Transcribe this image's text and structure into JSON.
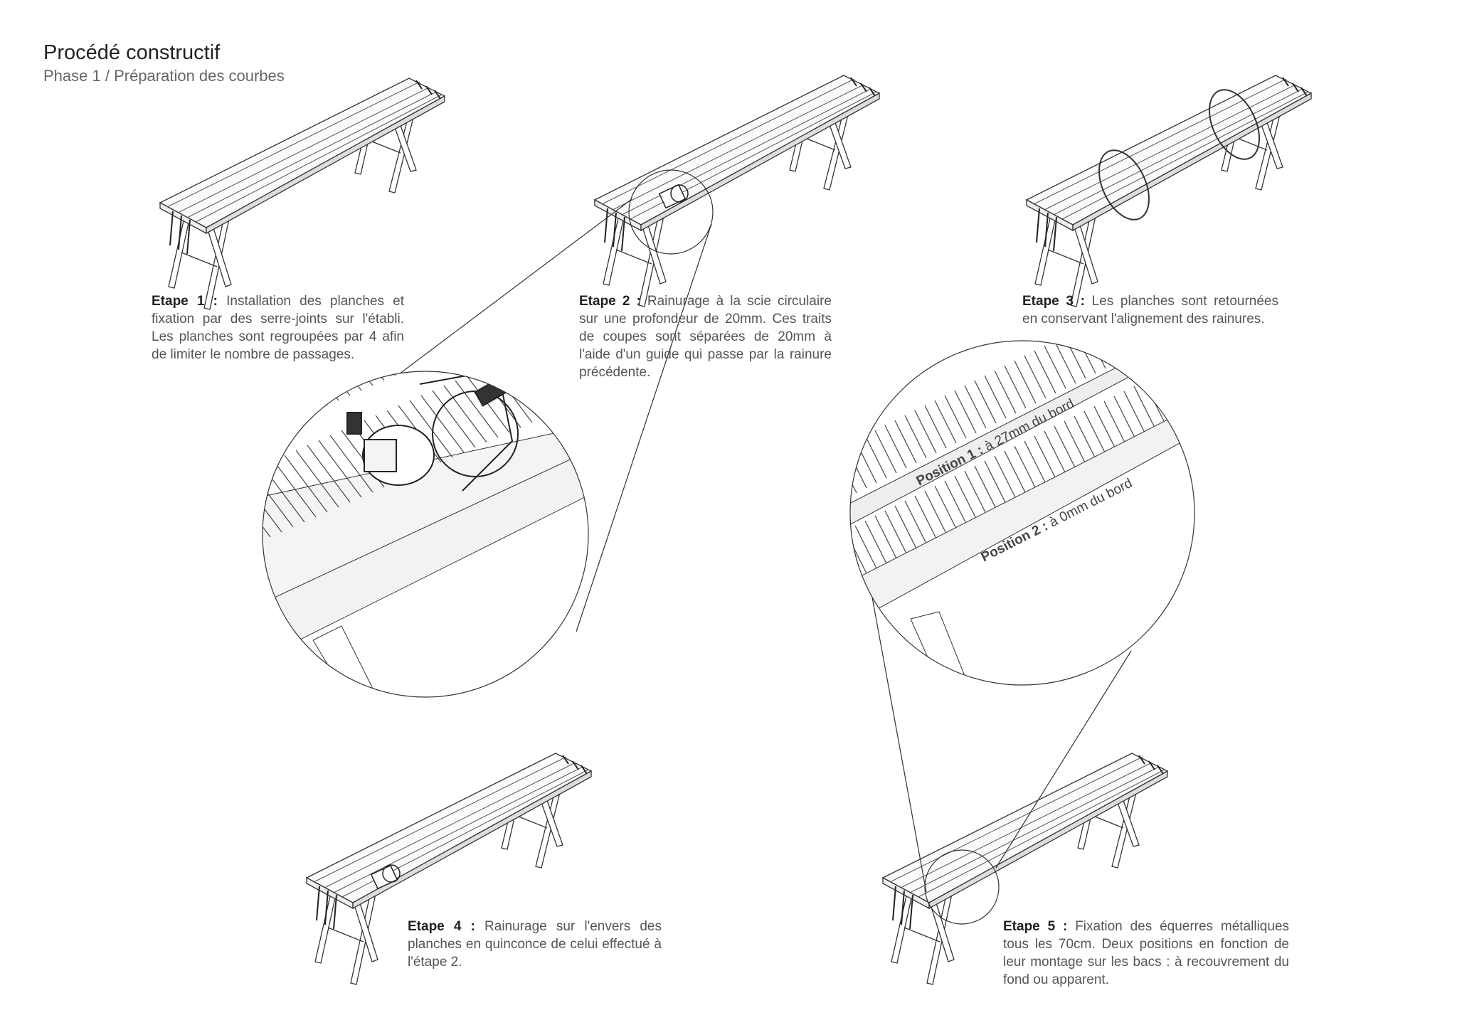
{
  "header": {
    "title": "Procédé constructif",
    "subtitle": "Phase 1 / Préparation des courbes"
  },
  "steps": [
    {
      "label": "Etape 1 :",
      "text": "Installation des planches et fixation par des serre-joints sur l'établi. Les planches sont regroupées par 4 afin de limiter le nombre de passages."
    },
    {
      "label": "Etape 2 :",
      "text": "Rainurage à la scie circulaire sur une profondeur de 20mm. Ces traits de coupes sont séparées de 20mm à l'aide d'un guide qui passe par la rainure précédente."
    },
    {
      "label": "Etape 3 :",
      "text": "Les planches sont retournées en conservant l'alignement des rainures."
    },
    {
      "label": "Etape 4 :",
      "text": "Rainurage sur l'envers des planches en quinconce de celui effectué à l'étape 2."
    },
    {
      "label": "Etape 5 :",
      "text": "Fixation des équerres métalliques tous les 70cm. Deux positions en fonction de leur montage sur les bacs : à recouvrement du fond ou apparent."
    }
  ],
  "detail_labels": {
    "position1_label": "Position 1 :",
    "position1_text": " à 27mm du bord",
    "position2_label": "Position 2 :",
    "position2_text": " à 0mm du bord"
  }
}
